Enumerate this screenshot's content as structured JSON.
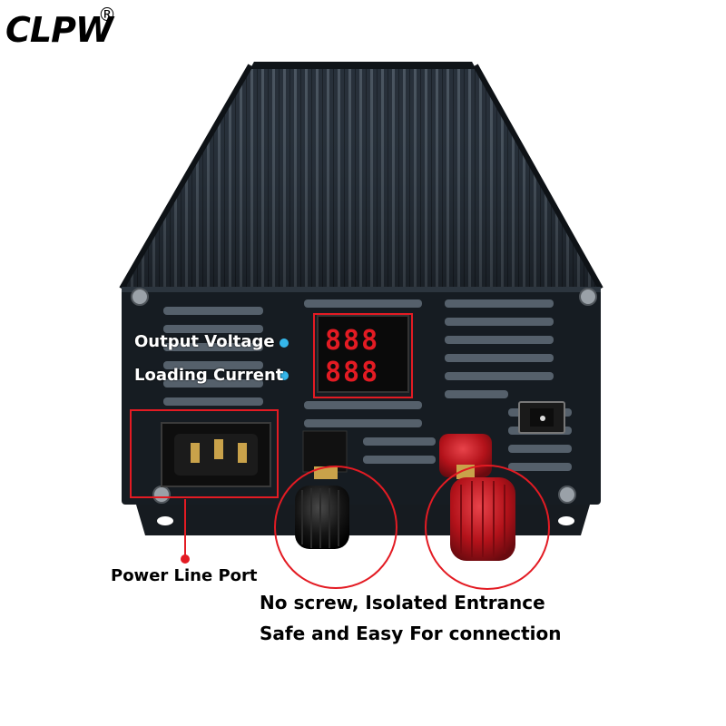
{
  "brand": {
    "logo_text": "CLPW",
    "registered_mark": "®"
  },
  "display": {
    "voltage_readout": "888",
    "current_readout": "888"
  },
  "annotations": {
    "output_voltage": "Output Voltage",
    "loading_current": "Loading Current",
    "power_line_port": "Power Line Port",
    "terminals_line1": "No screw, Isolated Entrance",
    "terminals_line2": "Safe and Easy For connection"
  },
  "colors": {
    "housing": "#1c232b",
    "fin_light": "#3e4852",
    "highlight_red": "#e31b23",
    "marker_blue": "#35b6ea",
    "terminal_red": "#b3121a",
    "terminal_black": "#111111"
  }
}
